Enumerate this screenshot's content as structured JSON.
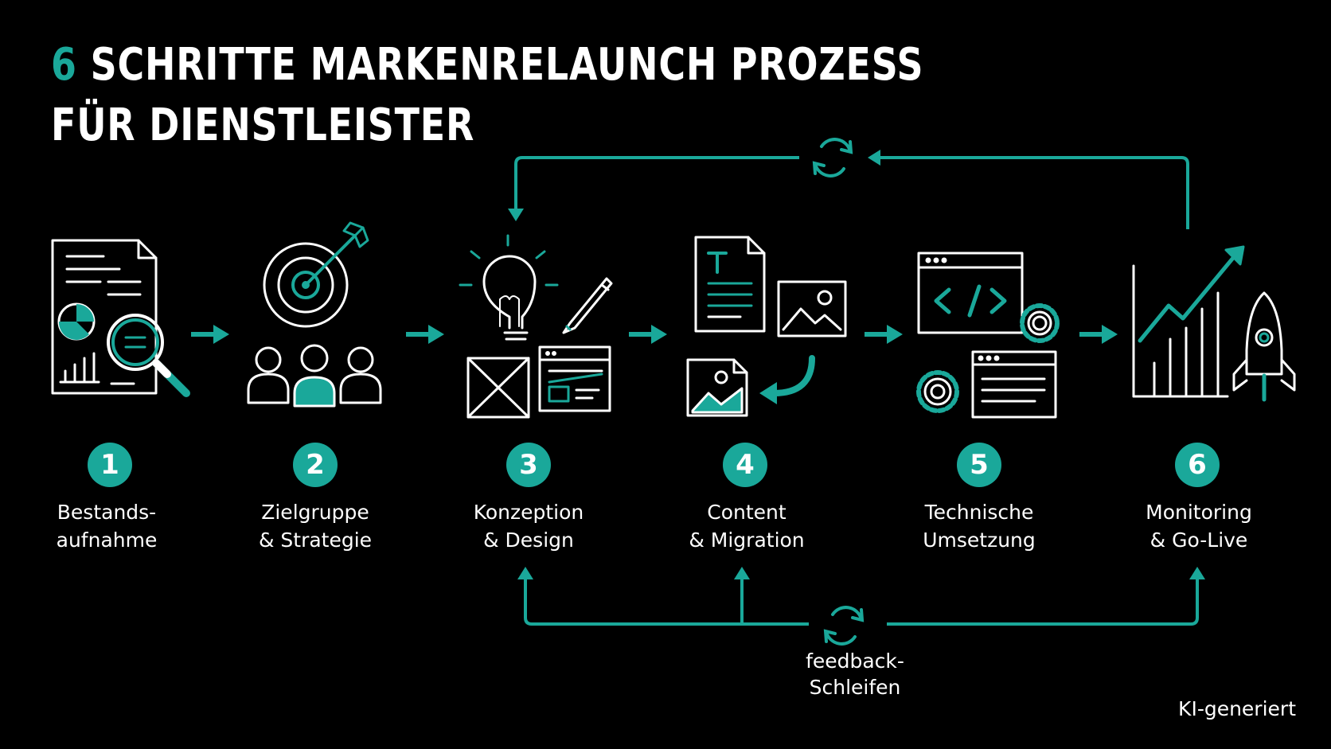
{
  "title": {
    "number": "6",
    "line1_rest": " SCHRITTE MARKENRELAUNCH PROZESS",
    "line2": "FÜR DIENSTLEISTER"
  },
  "colors": {
    "accent": "#1aa89a",
    "background": "#000000",
    "line": "#ffffff"
  },
  "steps": [
    {
      "number": "1",
      "label_line1": "Bestands-",
      "label_line2": "aufnahme",
      "icon": "document-magnifier-icon"
    },
    {
      "number": "2",
      "label_line1": "Zielgruppe",
      "label_line2": "& Strategie",
      "icon": "target-audience-icon"
    },
    {
      "number": "3",
      "label_line1": "Konzeption",
      "label_line2": "& Design",
      "icon": "idea-design-icon"
    },
    {
      "number": "4",
      "label_line1": "Content",
      "label_line2": "& Migration",
      "icon": "content-migration-icon"
    },
    {
      "number": "5",
      "label_line1": "Technische",
      "label_line2": "Umsetzung",
      "icon": "code-gear-icon"
    },
    {
      "number": "6",
      "label_line1": "Monitoring",
      "label_line2": "& Go-Live",
      "icon": "growth-rocket-icon"
    }
  ],
  "feedback": {
    "line1": "feedback-",
    "line2": "Schleifen"
  },
  "footer_note": "KI-generiert"
}
